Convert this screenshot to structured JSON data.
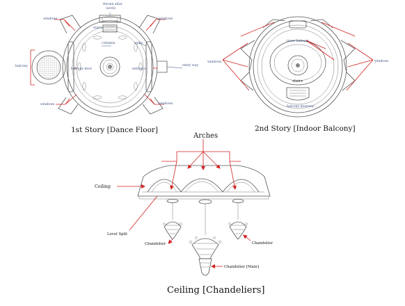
{
  "floor1": {
    "caption": "1st Story [Dance Floor]",
    "labels": {
      "throne_altar": "throne altar",
      "arch": "(arch)",
      "windows_top_left": "windows",
      "windows_top_right": "windows",
      "windows_bottom_left": "windows",
      "windows_bottom_right": "windows",
      "stairs": "stairs",
      "columns": "columns",
      "walls": "walls",
      "balcony": "balcony",
      "balcony_door": "balcony door",
      "entrance": "entrance",
      "entry_way": "entry way"
    }
  },
  "floor2": {
    "caption": "2nd Story [Indoor Balcony]",
    "labels": {
      "inner_balcony": "inner balcony",
      "stairs": "stairs",
      "balcony_doorway": "balcony doorway",
      "windows_left": "windows",
      "windows_right": "windows"
    }
  },
  "ceiling": {
    "caption": "Ceiling [Chandeliers]",
    "labels": {
      "arches": "Arches",
      "ceiling": "Ceiling",
      "level_split": "Level Split",
      "chandelier_left": "Chandelier",
      "chandelier_right": "Chandelier",
      "chandelier_main": "Chandelier [Main]"
    }
  }
}
